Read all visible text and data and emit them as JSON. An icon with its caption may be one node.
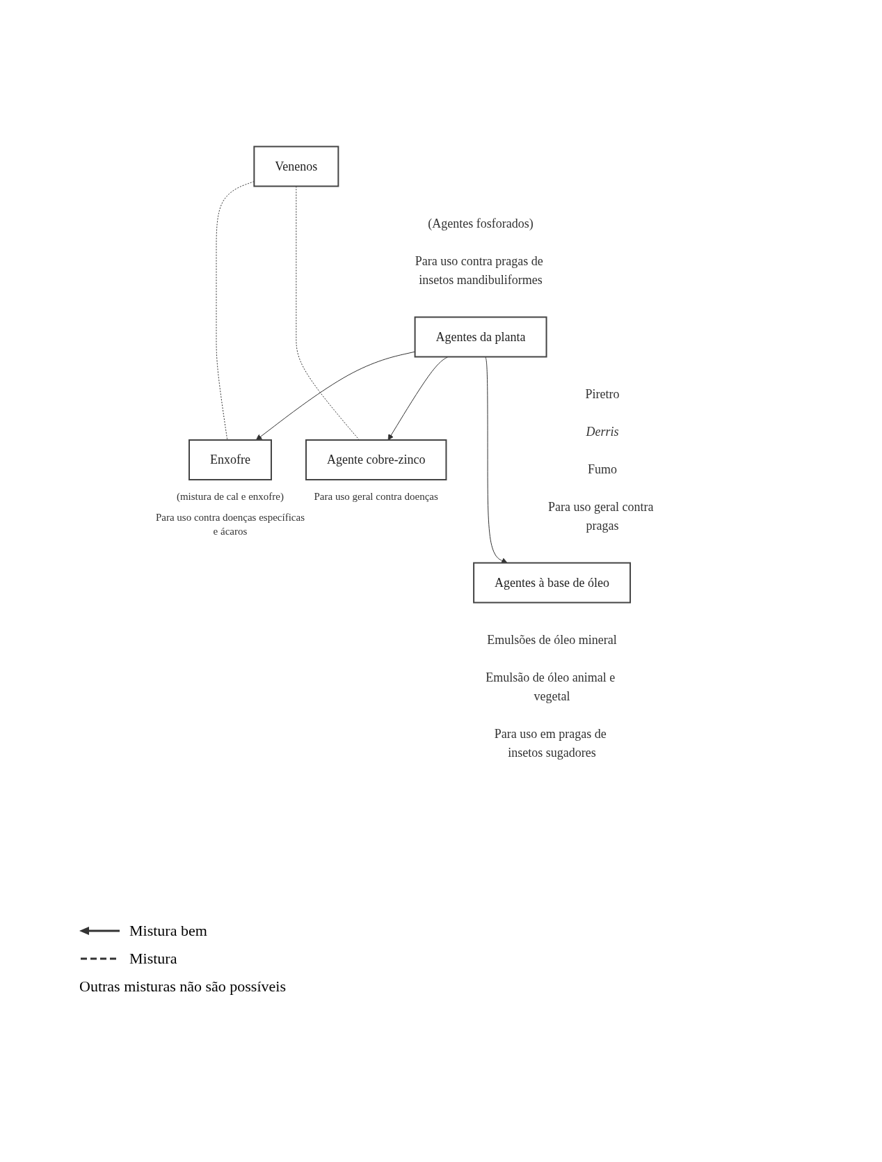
{
  "diagram": {
    "nodes": [
      {
        "text": [
          "Venenos"
        ],
        "beside": [
          "(Agentes fosforados)",
          "Para uso contra pragas de insetos mandibuliformes"
        ]
      },
      {
        "text": [
          "Enxofre"
        ],
        "beside": [
          "(mistura de cal e enxofre)",
          "Para uso contra doenças específicas e ácaros"
        ]
      },
      {
        "text": [
          "Agentes da planta"
        ],
        "beside": [
          "Piretro",
          "*Derris*",
          "Fumo",
          "Para uso geral contra pragas"
        ]
      },
      {
        "text": [
          "Agente cobre-zinco"
        ],
        "beside": [
          "Para uso geral contra doenças"
        ]
      },
      {
        "text": [
          "Agentes à base de óleo"
        ],
        "beside": [
          "Emulsões de óleo mineral",
          "Emulsão de óleo animal e vegetal",
          "Para uso em pragas de insetos sugadores"
        ]
      }
    ],
    "edges": [
      {
        "from": 0,
        "to": 1,
        "arrow": "none",
        "style": "dashed"
      },
      {
        "from": 0,
        "to": 3,
        "arrow": "none",
        "style": "dashed"
      },
      {
        "from": 2,
        "to": 1,
        "arrow": "to"
      },
      {
        "from": 2,
        "to": 3,
        "arrow": "to"
      },
      {
        "from": 2,
        "to": 4,
        "arrow": "to"
      }
    ],
    "labels": [
      "Outras misturas não são possíveis"
    ],
    "legend": [
      {
        "text": "Mistura bem"
      },
      {
        "text": "Mistura"
      }
    ]
  }
}
